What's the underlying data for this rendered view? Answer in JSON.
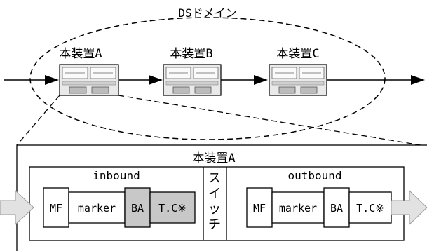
{
  "domain_label": "DSドメイン",
  "devices": [
    {
      "label": "本装置A"
    },
    {
      "label": "本装置B"
    },
    {
      "label": "本装置C"
    }
  ],
  "detail": {
    "title": "本装置A",
    "inbound": {
      "label": "inbound",
      "blocks": [
        "MF",
        "marker",
        "BA",
        "T.C※"
      ]
    },
    "switch_label": "スイッチ",
    "outbound": {
      "label": "outbound",
      "blocks": [
        "MF",
        "marker",
        "BA",
        "T.C※"
      ]
    }
  },
  "colors": {
    "highlight_fill": "#c8c8c8",
    "arrow_fill": "#e2e2e2"
  }
}
